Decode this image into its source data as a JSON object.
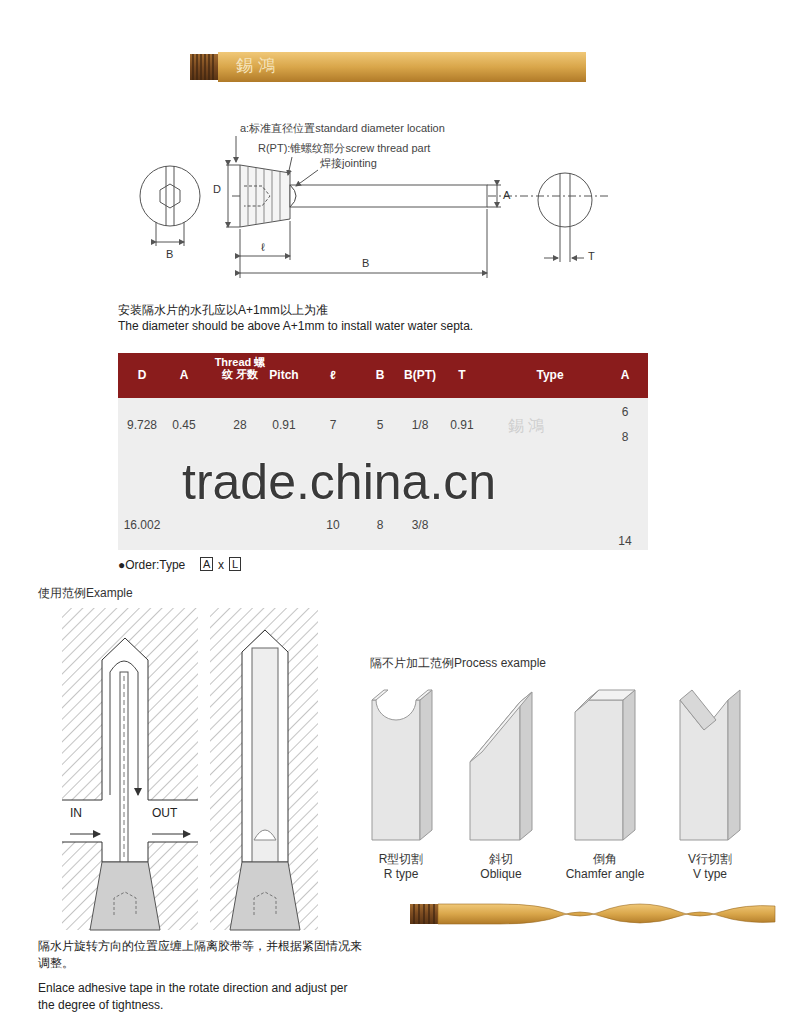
{
  "diagram": {
    "labels": [
      "錫 鴻",
      "a:标准直径位置standard diameter location",
      "R(PT):锥螺纹部分screw thread part",
      "焊接jointing",
      "D",
      "A",
      "B",
      "ℓ",
      "B",
      "T",
      "安装隔水片的水孔应以A+1mm以上为准",
      "The diameter should be above A+1mm to install water water septa.",
      "D",
      "A",
      "Thread 螺纹 牙数",
      "Pitch",
      "ℓ",
      "B",
      "B(PT)",
      "T",
      "Type",
      "A",
      "9.728",
      "0.45",
      "28",
      "0.91",
      "7",
      "5",
      "1/8",
      "0.91",
      "6",
      "8",
      "錫 鴻",
      "trade.china.cn",
      "16.002",
      "10",
      "8",
      "3/8",
      "14",
      "●Order:Type",
      "A",
      "x",
      "L",
      "使用范例Example",
      "IN",
      "OUT",
      "隔不片加工范例Process example",
      "R型切割",
      "R type",
      "斜切",
      "Oblique",
      "倒角",
      "Chamfer angle",
      "V行切割",
      "V type",
      "隔水片旋转方向的位置应缠上隔离胶带等，并根据紧固情况来调整。",
      "Enlace adhesive tape in the rotate direction and adjust per the degree of tightness."
    ]
  }
}
